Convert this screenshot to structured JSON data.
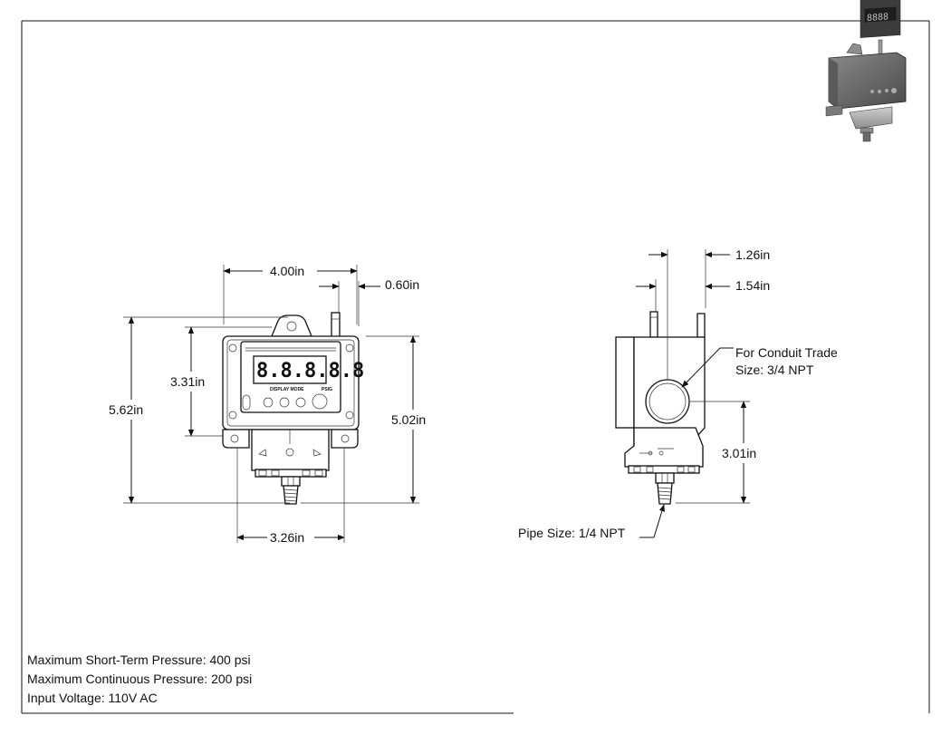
{
  "front_view": {
    "dim_width": "4.00in",
    "dim_antenna_offset": "0.60in",
    "dim_display_height": "3.31in",
    "dim_total_height": "5.62in",
    "dim_body_height": "5.02in",
    "dim_base_width": "3.26in",
    "display_digits": "8.8.8.8.8",
    "display_mode_label": "DISPLAY MODE",
    "unit_label": "PSIG"
  },
  "side_view": {
    "dim_top_offset": "1.26in",
    "dim_second_offset": "1.54in",
    "dim_conduit_height": "3.01in",
    "conduit_callout_line1": "For Conduit Trade",
    "conduit_callout_line2": "Size: 3/4 NPT",
    "pipe_callout": "Pipe Size: 1/4 NPT"
  },
  "specs": [
    "Maximum Short-Term Pressure: 400 psi",
    "Maximum Continuous Pressure: 200 psi",
    "Input Voltage: 110V AC"
  ],
  "colors": {
    "line": "#111111",
    "thumbnail_body": "#6b6b6b"
  }
}
